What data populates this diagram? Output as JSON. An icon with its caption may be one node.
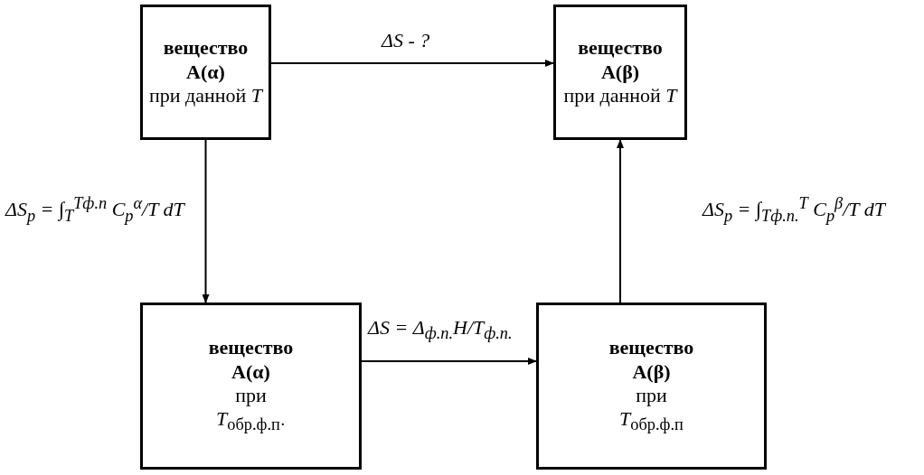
{
  "diagram": {
    "nodes": [
      {
        "text": [
          "вещество",
          "A(α)",
          "при данной *T*"
        ]
      },
      {
        "text": [
          "вещество",
          "A(β)",
          "при данной *T*"
        ]
      },
      {
        "text": [
          "вещество",
          "A(α)",
          "при",
          "*T*$_{обр.ф.п·}$"
        ]
      },
      {
        "text": [
          "вещество",
          "A(β)",
          "при",
          "*T*$_{обр.ф.п}$"
        ]
      }
    ],
    "edges": [
      {
        "from": 0,
        "to": 1,
        "arrow": "to",
        "label": "ΔS - ?"
      },
      {
        "from": 0,
        "to": 2,
        "arrow": "to",
        "label": "ΔS$_{p}$ = ∫$_{T}$$^{Tф.п}$ C$_{p}$$^{α}$/T dT"
      },
      {
        "from": 2,
        "to": 3,
        "arrow": "to",
        "label": "ΔS = Δ$_{ф.п.}$H/T$_{ф.п.}$"
      },
      {
        "from": 3,
        "to": 1,
        "arrow": "to",
        "label": "ΔS$_{p}$ = ∫$_{Tф.п.}$$^{T}$ C$_{p}$$^{β}$/T dT"
      }
    ]
  }
}
